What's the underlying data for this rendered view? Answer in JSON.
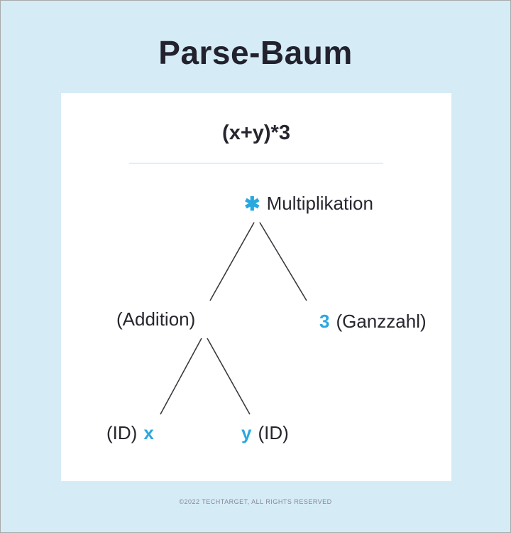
{
  "title": "Parse-Baum",
  "card": {
    "expression": "(x+y)*3"
  },
  "tree": {
    "root": {
      "symbol": "✱",
      "label": "Multiplikation"
    },
    "addition": {
      "label": "(Addition)"
    },
    "ganzzahl": {
      "value": "3",
      "label": "(Ganzzahl)"
    },
    "leaf_x": {
      "label": "(ID)",
      "value": "x"
    },
    "leaf_y": {
      "value": "y",
      "label": "(ID)"
    }
  },
  "footer": "©2022 TECHTARGET, ALL RIGHTS RESERVED",
  "colors": {
    "accent": "#29a8e0",
    "background": "#d5ecf7",
    "text": "#26262e"
  }
}
